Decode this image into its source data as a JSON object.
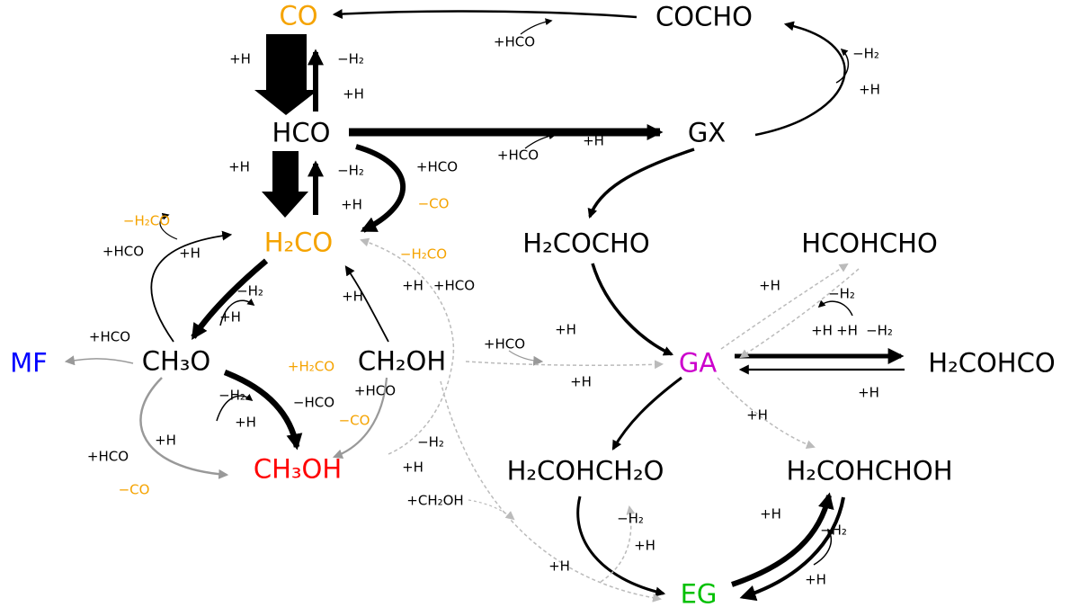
{
  "colors": {
    "orange": "#F5A300",
    "blue": "#0000FF",
    "magenta": "#CC00CC",
    "red": "#FF0000",
    "green": "#00C000",
    "black": "#000000",
    "gray": "#999999",
    "light_gray": "#BBBBBB"
  },
  "species": [
    {
      "text": "CO",
      "color": "#F5A300"
    },
    {
      "text": "COCHO",
      "color": "#000000"
    },
    {
      "text": "HCO",
      "color": "#000000"
    },
    {
      "text": "GX",
      "color": "#000000"
    },
    {
      "text": "H₂CO",
      "color": "#F5A300"
    },
    {
      "text": "H₂COCHO",
      "color": "#000000"
    },
    {
      "text": "HCOHCHO",
      "color": "#000000"
    },
    {
      "text": "MF",
      "color": "#0000FF"
    },
    {
      "text": "CH₃O",
      "color": "#000000"
    },
    {
      "text": "CH₂OH",
      "color": "#000000"
    },
    {
      "text": "GA",
      "color": "#CC00CC"
    },
    {
      "text": "H₂COHCO",
      "color": "#000000"
    },
    {
      "text": "CH₃OH",
      "color": "#FF0000"
    },
    {
      "text": "H₂COHCH₂O",
      "color": "#000000"
    },
    {
      "text": "H₂COHCHOH",
      "color": "#000000"
    },
    {
      "text": "EG",
      "color": "#00C000"
    }
  ],
  "labels": [
    {
      "text": "+HCO"
    },
    {
      "text": "+H"
    },
    {
      "text": "−H₂"
    },
    {
      "text": "+H"
    },
    {
      "text": "−H₂"
    },
    {
      "text": "+H"
    },
    {
      "text": "+HCO"
    },
    {
      "text": "+H"
    },
    {
      "text": "+H"
    },
    {
      "text": "−H₂"
    },
    {
      "text": "+H"
    },
    {
      "text": "+HCO"
    },
    {
      "text": "−CO",
      "color": "#F5A300"
    },
    {
      "text": "−H₂CO",
      "color": "#F5A300"
    },
    {
      "text": "+HCO"
    },
    {
      "text": "+H"
    },
    {
      "text": "−H₂"
    },
    {
      "text": "+H"
    },
    {
      "text": "+H"
    },
    {
      "text": "−H₂CO",
      "color": "#F5A300"
    },
    {
      "text": "+H"
    },
    {
      "text": "+HCO"
    },
    {
      "text": "+HCO"
    },
    {
      "text": "+H₂CO",
      "color": "#F5A300"
    },
    {
      "text": "−H₂"
    },
    {
      "text": "−HCO"
    },
    {
      "text": "+H"
    },
    {
      "text": "−CO",
      "color": "#F5A300"
    },
    {
      "text": "+H"
    },
    {
      "text": "+HCO"
    },
    {
      "text": "−CO",
      "color": "#F5A300"
    },
    {
      "text": "+HCO"
    },
    {
      "text": "−H₂"
    },
    {
      "text": "+H"
    },
    {
      "text": "+CH₂OH"
    },
    {
      "text": "+HCO"
    },
    {
      "text": "+H"
    },
    {
      "text": "+H"
    },
    {
      "text": "+H"
    },
    {
      "text": "−H₂"
    },
    {
      "text": "+H"
    },
    {
      "text": "+H"
    },
    {
      "text": "−H₂"
    },
    {
      "text": "+H"
    },
    {
      "text": "+H"
    },
    {
      "text": "−H₂"
    },
    {
      "text": "+H"
    },
    {
      "text": "+H"
    },
    {
      "text": "+H"
    },
    {
      "text": "−H₂"
    },
    {
      "text": "+H"
    }
  ],
  "edges": [
    {
      "from": "COCHO",
      "to": "CO",
      "label": "+HCO"
    },
    {
      "from": "CO",
      "to": "HCO",
      "label": "+H"
    },
    {
      "from": "HCO",
      "to": "CO",
      "label": "+H, −H₂"
    },
    {
      "from": "HCO",
      "to": "GX",
      "label": "+HCO"
    },
    {
      "from": "GX",
      "to": "COCHO",
      "label": "+H, −H₂"
    },
    {
      "from": "HCO",
      "to": "H₂CO",
      "label": "+H"
    },
    {
      "from": "H₂CO",
      "to": "HCO",
      "label": "+H, −H₂"
    },
    {
      "from": "HCO",
      "to": "H₂CO",
      "label": "+HCO, −CO"
    },
    {
      "from": "GX",
      "to": "H₂COCHO",
      "label": "+H"
    },
    {
      "from": "H₂COCHO",
      "to": "GA",
      "label": "+H"
    },
    {
      "from": "H₂CO",
      "to": "CH₃O",
      "label": "+H"
    },
    {
      "from": "CH₃O",
      "to": "H₂CO",
      "label": "+HCO, +H, −H₂CO"
    },
    {
      "from": "CH₃O",
      "to": "MF",
      "label": "+HCO"
    },
    {
      "from": "CH₃O",
      "to": "CH₃OH",
      "label": "+H₂CO, −HCO"
    },
    {
      "from": "CH₃O",
      "to": "CH₃OH",
      "label": "+HCO, −CO, +H"
    },
    {
      "from": "CH₂OH",
      "to": "CH₃OH",
      "label": "+HCO, −CO"
    },
    {
      "from": "H₂CO",
      "to": "CH₂OH",
      "label": "+H"
    },
    {
      "from": "CH₂OH",
      "to": "GA",
      "label": "+HCO"
    },
    {
      "from": "CH₂OH",
      "to": "EG",
      "label": "+CH₂OH"
    },
    {
      "from": "GA",
      "to": "HCOHCHO",
      "label": "+H, −H₂"
    },
    {
      "from": "GA",
      "to": "H₂COHCO",
      "label": "+H"
    },
    {
      "from": "GA",
      "to": "H₂COHCH₂O",
      "label": "+H"
    },
    {
      "from": "GA",
      "to": "H₂COHCHOH",
      "label": "+H"
    },
    {
      "from": "H₂COHCH₂O",
      "to": "EG",
      "label": "+H"
    },
    {
      "from": "EG",
      "to": "H₂COHCHOH",
      "label": "+H, −H₂"
    },
    {
      "from": "H₂COHCHOH",
      "to": "EG",
      "label": "+H"
    }
  ]
}
